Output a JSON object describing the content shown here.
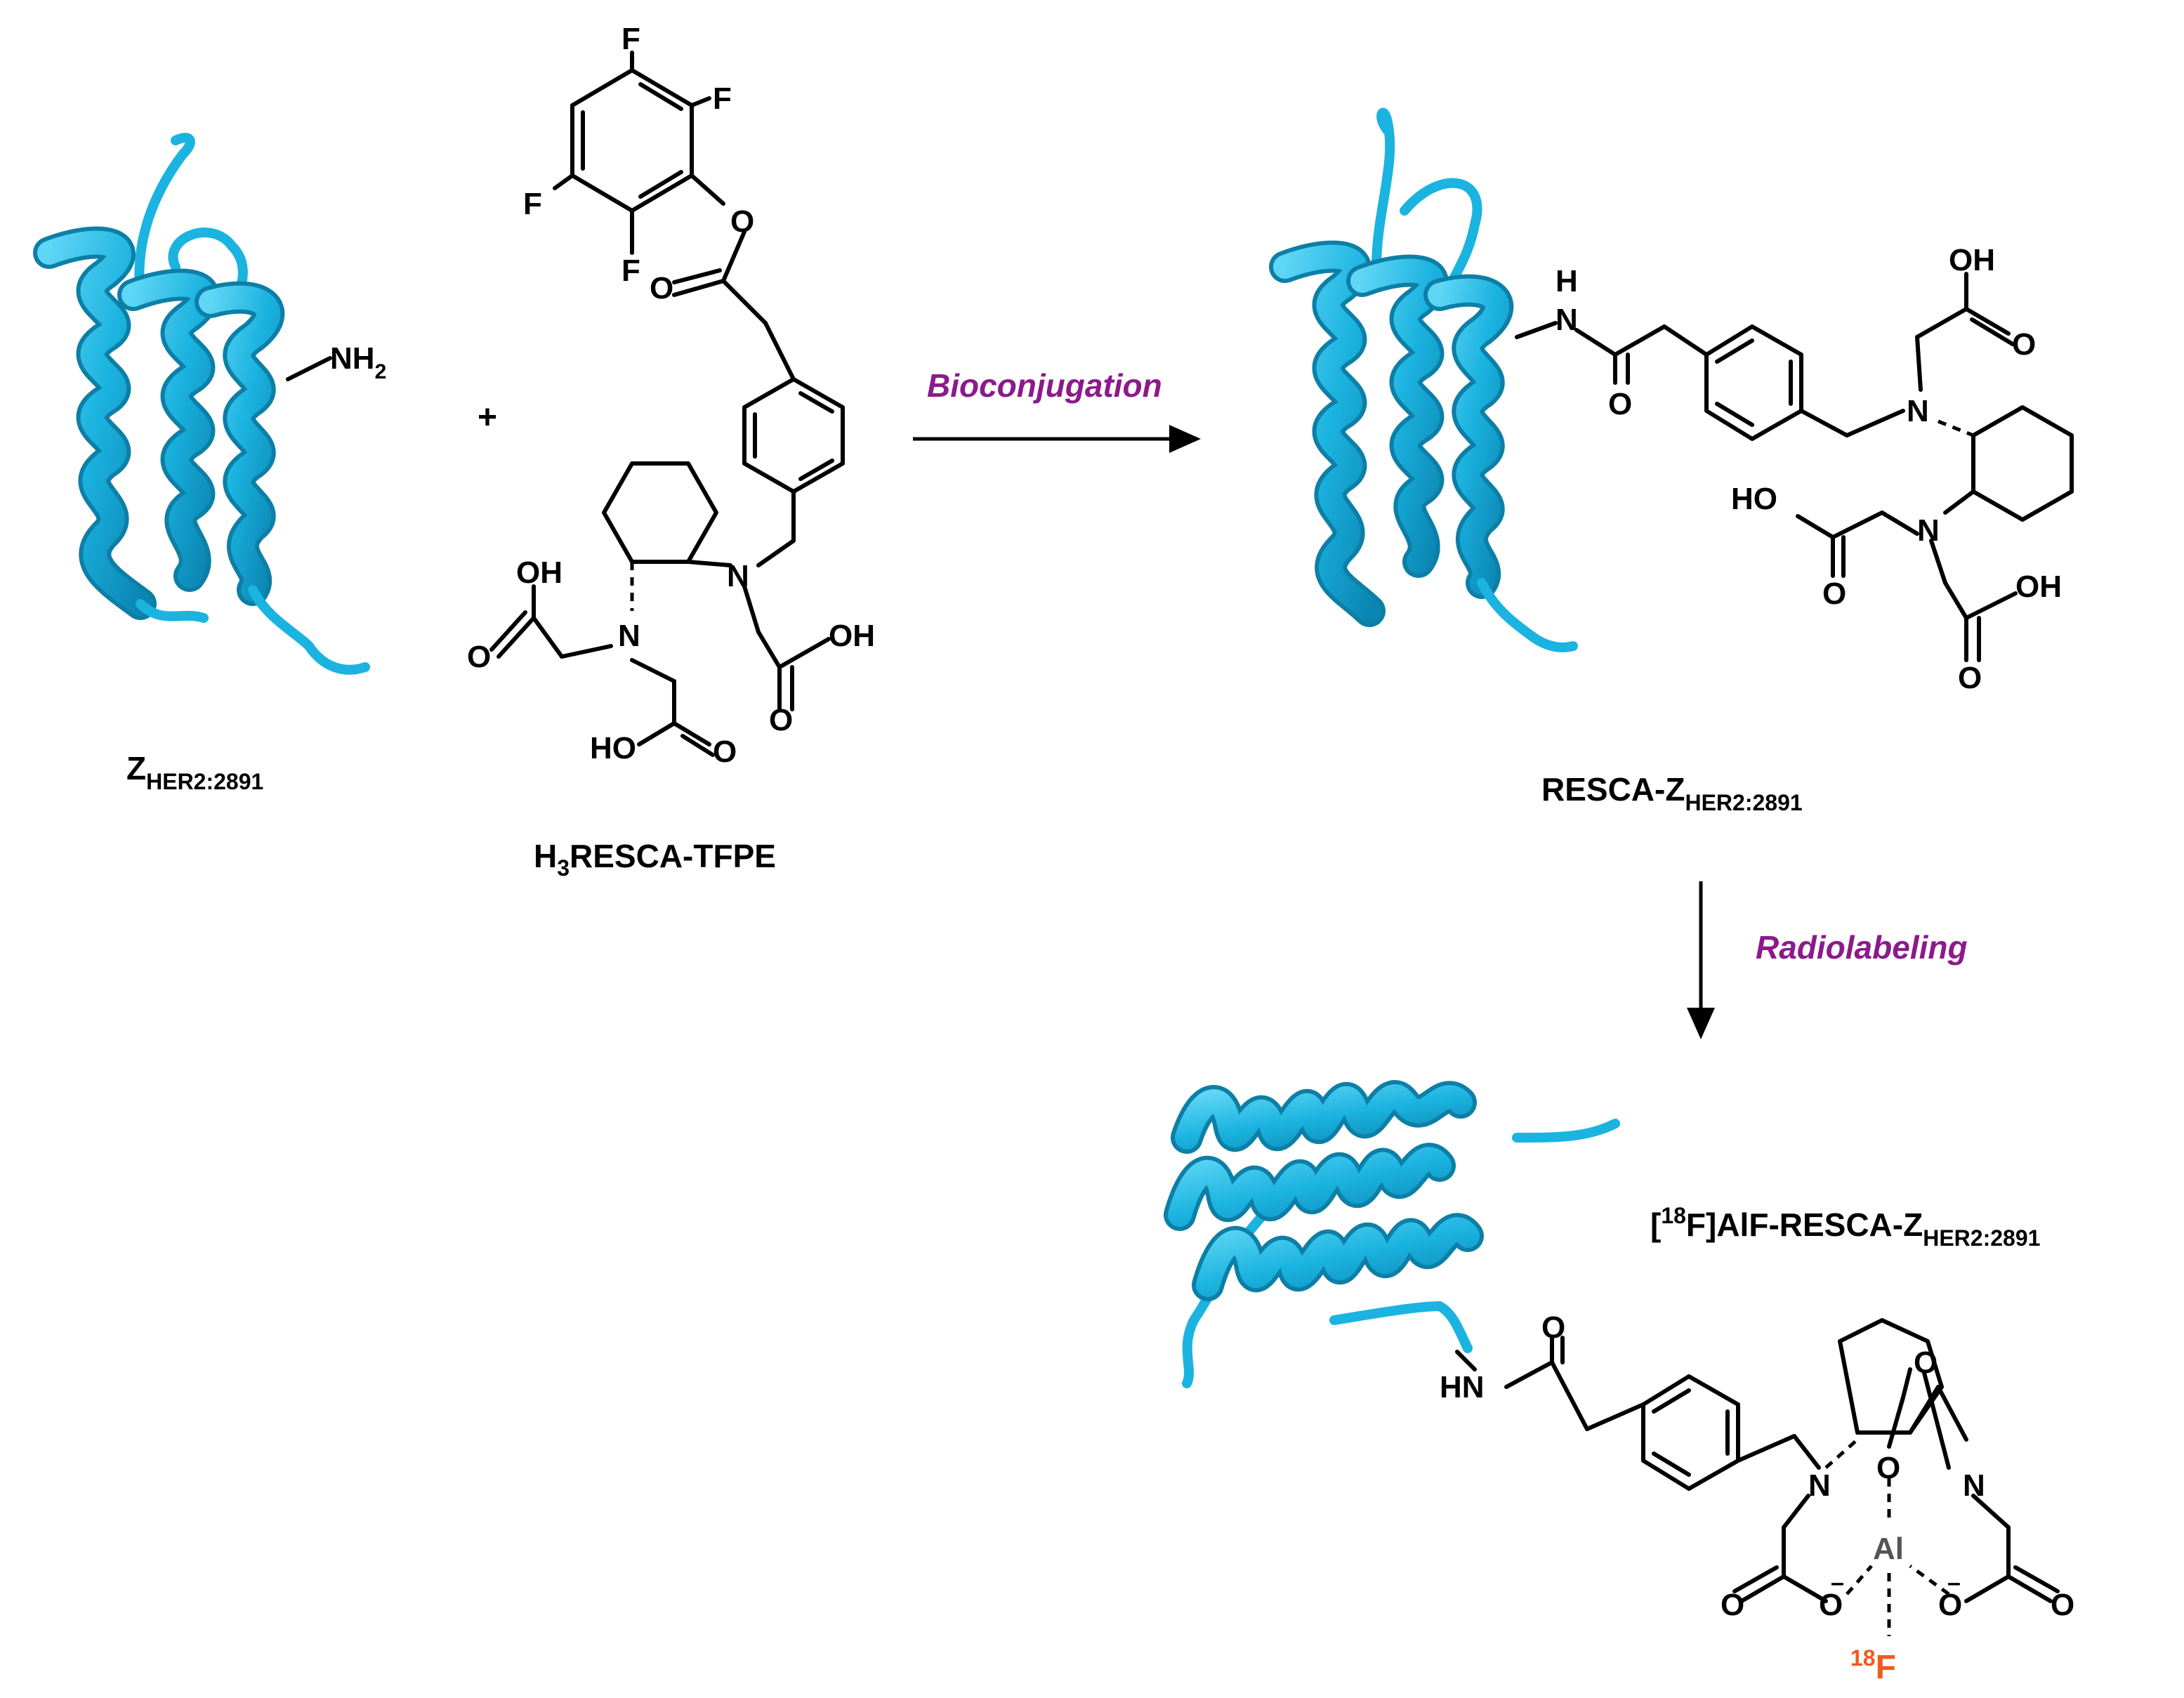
{
  "labels": {
    "protein": {
      "main": "Z",
      "sub": "HER2:2891"
    },
    "amine": {
      "main": "NH",
      "sub": "2"
    },
    "plus": "+",
    "reagent": {
      "pre": "H",
      "sub": "3",
      "post": "RESCA-TFPE"
    },
    "conjugate": {
      "main": "RESCA-Z",
      "sub": "HER2:2891"
    },
    "product": {
      "pre": "[",
      "sup": "18",
      "mid": "F]AlF-RESCA-Z",
      "sub": "HER2:2891"
    }
  },
  "arrows": {
    "step1": "Bioconjugation",
    "step2": "Radiolabeling"
  },
  "atoms": {
    "F": "F",
    "O": "O",
    "N": "N",
    "NH": "H",
    "HN": "HN",
    "OH": "OH",
    "HO": "HO",
    "Al": "Al",
    "F18_sup": "18",
    "F18": "F",
    "minus": "–"
  },
  "colors": {
    "protein": "#1bb3e0",
    "protein_dark": "#0d7fa6",
    "arrow_text": "#8b1a8b",
    "aluminium": "#555555",
    "fluorine18": "#f05a1e",
    "ink": "#000000"
  }
}
